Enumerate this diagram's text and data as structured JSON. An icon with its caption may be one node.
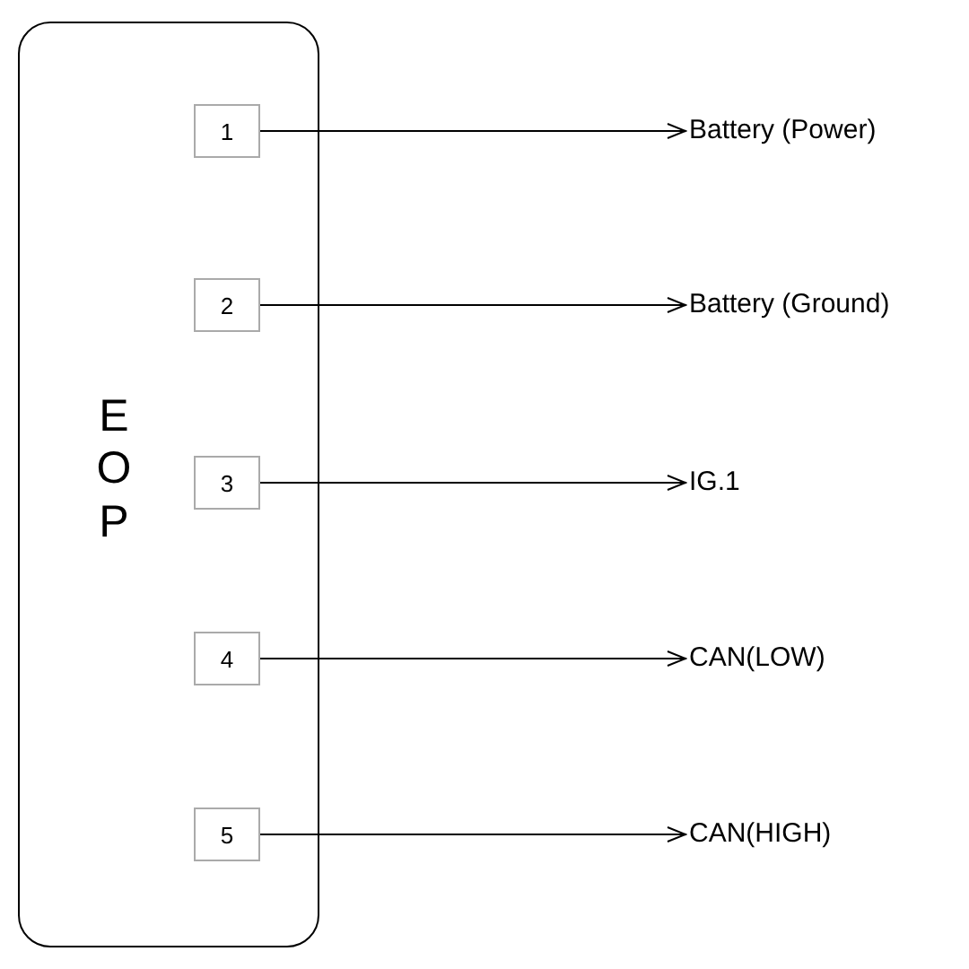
{
  "diagram": {
    "nodes": [
      {
        "text": [
          "EOP"
        ]
      },
      {
        "text": [
          "1"
        ],
        "in": 0
      },
      {
        "text": [
          "2"
        ],
        "in": 0
      },
      {
        "text": [
          "3"
        ],
        "in": 0
      },
      {
        "text": [
          "4"
        ],
        "in": 0
      },
      {
        "text": [
          "5"
        ],
        "in": 0
      },
      {
        "text": [
          "Battery (Power)"
        ]
      },
      {
        "text": [
          "Battery (Ground)"
        ]
      },
      {
        "text": [
          "IG.1"
        ]
      },
      {
        "text": [
          "CAN(LOW)"
        ]
      },
      {
        "text": [
          "CAN(HIGH)"
        ]
      }
    ],
    "edges": [
      {
        "from": 1,
        "to": 6,
        "arrow": "to"
      },
      {
        "from": 2,
        "to": 7,
        "arrow": "to"
      },
      {
        "from": 3,
        "to": 8,
        "arrow": "to"
      },
      {
        "from": 4,
        "to": 9,
        "arrow": "to"
      },
      {
        "from": 5,
        "to": 10,
        "arrow": "to"
      }
    ]
  }
}
